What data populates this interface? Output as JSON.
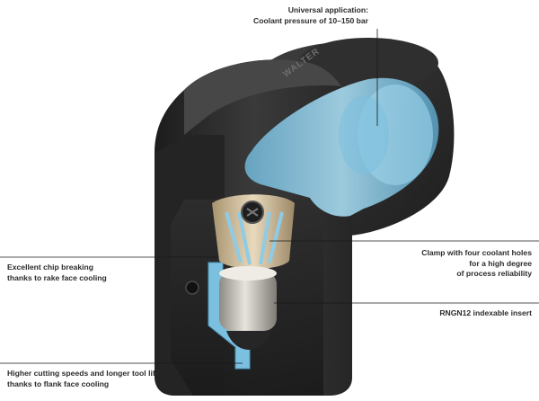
{
  "brand": "WALTER",
  "callouts": {
    "coolant": {
      "lines": [
        "Universal application:",
        "Coolant pressure of 10–150 bar"
      ]
    },
    "chip": {
      "lines": [
        "Excellent chip breaking",
        "thanks to rake face cooling"
      ]
    },
    "clamp": {
      "lines": [
        "Clamp with four coolant holes",
        "for a high degree",
        "of process reliability"
      ]
    },
    "insert": {
      "lines": [
        "RNGN12 indexable insert"
      ]
    },
    "speed": {
      "lines": [
        "Higher cutting speeds and longer tool life",
        "thanks to flank face cooling"
      ]
    }
  },
  "colors": {
    "body": "#2c2c2c",
    "coolant": "#8ecbe6",
    "insert": "#cfcac0",
    "clamp": "#c9b79a"
  }
}
